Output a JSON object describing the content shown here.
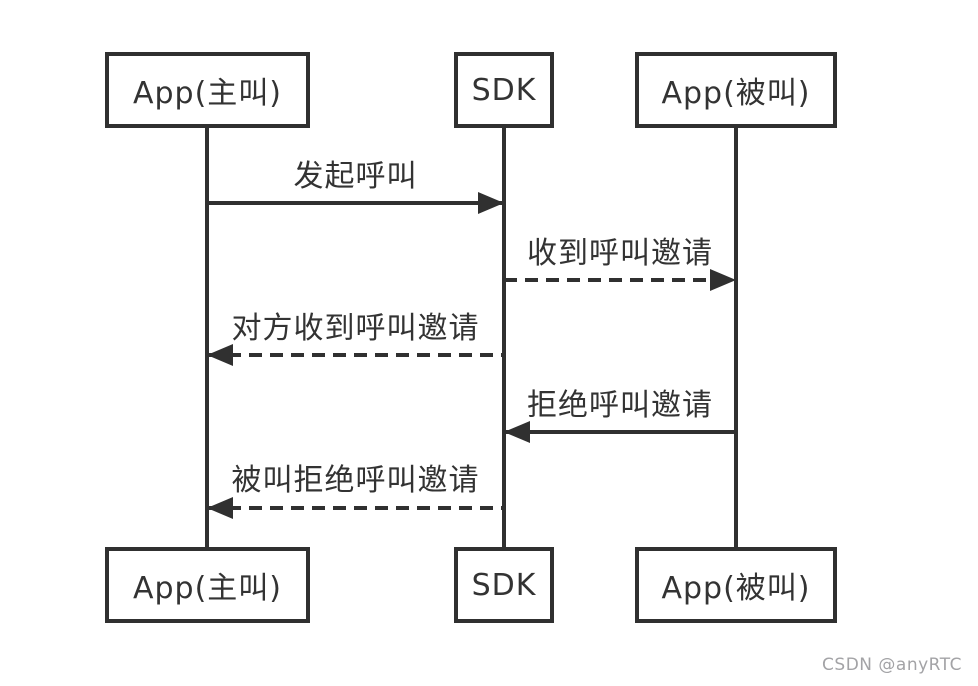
{
  "diagram": {
    "type": "sequence-diagram",
    "actors": [
      {
        "id": "caller",
        "label": "App(主叫)"
      },
      {
        "id": "sdk",
        "label": "SDK"
      },
      {
        "id": "callee",
        "label": "App(被叫)"
      }
    ],
    "messages": [
      {
        "from": "caller",
        "to": "sdk",
        "style": "solid",
        "direction": "right",
        "label": "发起呼叫"
      },
      {
        "from": "sdk",
        "to": "callee",
        "style": "dashed",
        "direction": "right",
        "label": "收到呼叫邀请"
      },
      {
        "from": "sdk",
        "to": "caller",
        "style": "dashed",
        "direction": "left",
        "label": "对方收到呼叫邀请"
      },
      {
        "from": "callee",
        "to": "sdk",
        "style": "solid",
        "direction": "left",
        "label": "拒绝呼叫邀请"
      },
      {
        "from": "sdk",
        "to": "caller",
        "style": "dashed",
        "direction": "left",
        "label": "被叫拒绝呼叫邀请"
      }
    ],
    "colors": {
      "line": "#303030",
      "text": "#333333",
      "background": "#ffffff",
      "watermark": "#a3a3a6"
    }
  },
  "watermark": {
    "text": "CSDN @anyRTC"
  }
}
